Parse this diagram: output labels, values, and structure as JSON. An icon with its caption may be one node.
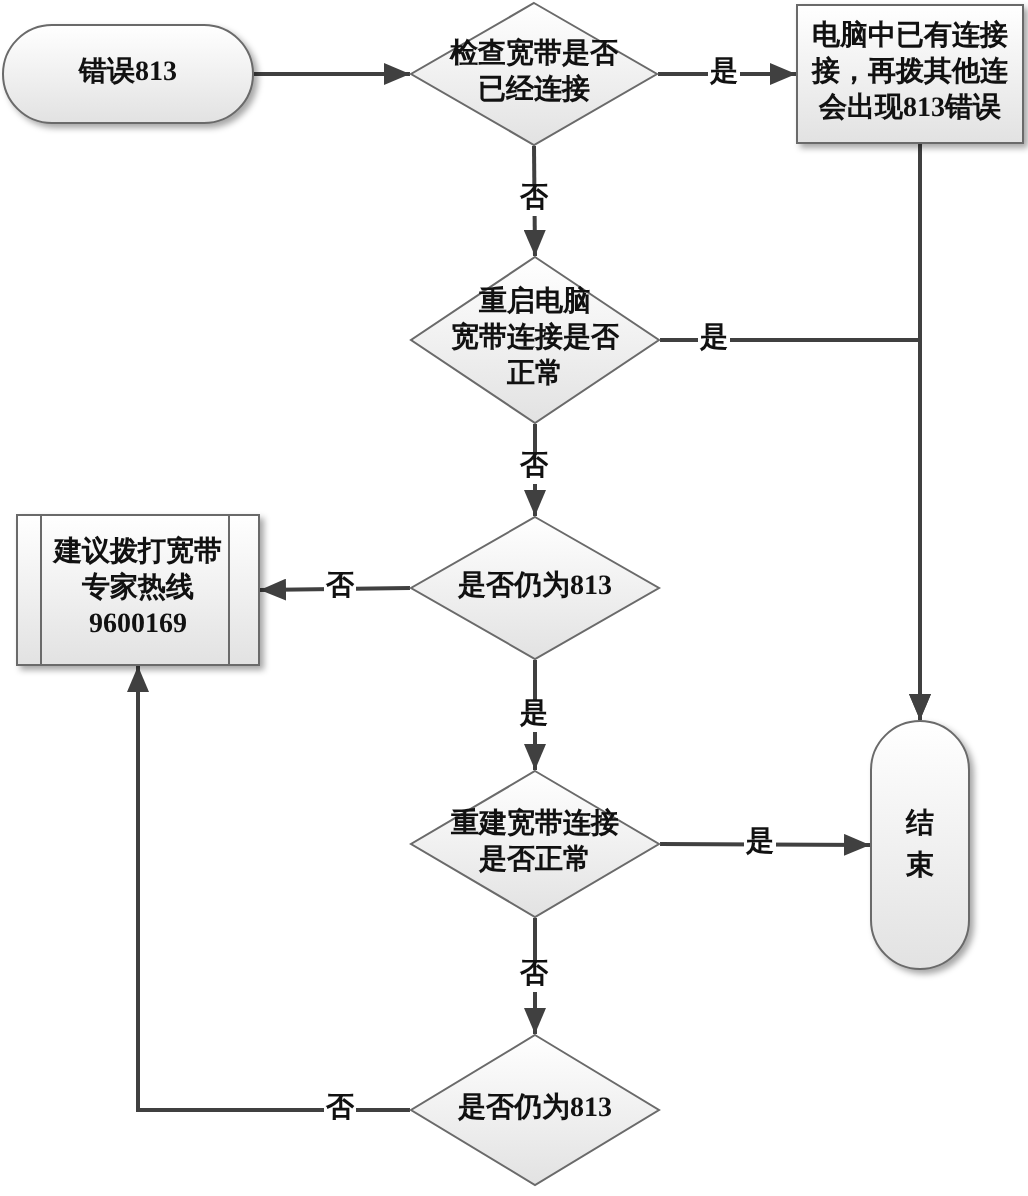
{
  "diagram": {
    "nodes": [
      {
        "text": [
          "错误813"
        ]
      },
      {
        "text": [
          "检查宽带是否已经连接"
        ]
      },
      {
        "text": [
          "电脑中已有连接接，再拨其他连会出现813错误"
        ]
      },
      {
        "text": [
          "重启电脑宽带连接是否正常"
        ]
      },
      {
        "text": [
          "建议拨打宽带专家热线9600169"
        ]
      },
      {
        "text": [
          "是否仍为813"
        ]
      },
      {
        "text": [
          "结束"
        ]
      },
      {
        "text": [
          "重建宽带连接是否正常"
        ]
      },
      {
        "text": [
          "是否仍为813"
        ]
      }
    ],
    "edges": [
      {
        "from": 0,
        "to": 1,
        "arrow": "to"
      },
      {
        "from": 1,
        "to": 2,
        "arrow": "to",
        "label": "是"
      },
      {
        "from": 1,
        "to": 3,
        "arrow": "to",
        "label": "否"
      },
      {
        "from": 2,
        "to": 6,
        "arrow": "to"
      },
      {
        "from": 3,
        "to": 6,
        "arrow": "to",
        "label": "是"
      },
      {
        "from": 3,
        "to": 5,
        "arrow": "to",
        "label": "否"
      },
      {
        "from": 5,
        "to": 4,
        "arrow": "to",
        "label": "否"
      },
      {
        "from": 5,
        "to": 7,
        "arrow": "to",
        "label": "是"
      },
      {
        "from": 7,
        "to": 6,
        "arrow": "to",
        "label": "是"
      },
      {
        "from": 7,
        "to": 8,
        "arrow": "to",
        "label": "否"
      },
      {
        "from": 8,
        "to": 4,
        "arrow": "to",
        "label": "否"
      }
    ]
  }
}
